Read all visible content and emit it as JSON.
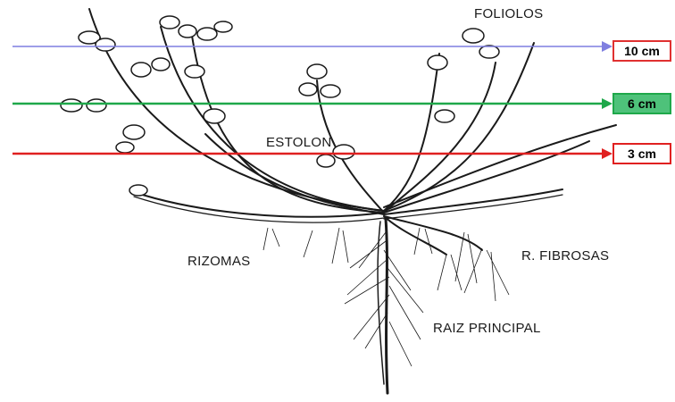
{
  "labels": {
    "foliolos": "FOLIOLOS",
    "estolon": "ESTOLON",
    "rizomas": "RIZOMAS",
    "r_fibrosas": "R. FIBROSAS",
    "raiz_principal": "RAIZ PRINCIPAL"
  },
  "heights": [
    {
      "label": "10 cm",
      "line_color": "#7f7fe0",
      "box_border": "#e03030",
      "box_fill": "#ffffff"
    },
    {
      "label": "6 cm",
      "line_color": "#1fa84a",
      "box_border": "#1fa84a",
      "box_fill": "#4ec27a"
    },
    {
      "label": "3 cm",
      "line_color": "#e02020",
      "box_border": "#e02020",
      "box_fill": "#ffffff"
    }
  ],
  "colors": {
    "ink": "#1a1a1a",
    "background": "#ffffff"
  }
}
